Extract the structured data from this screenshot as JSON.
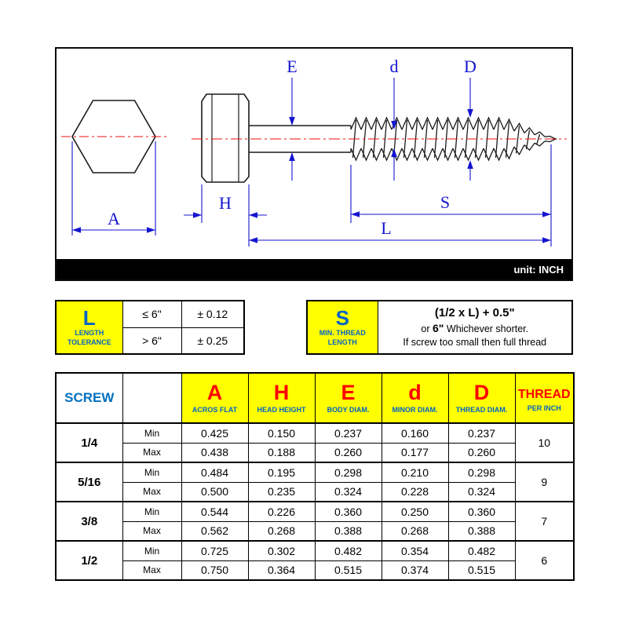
{
  "diagram": {
    "unit_label": "unit: INCH",
    "dim_labels": {
      "A": "A",
      "H": "H",
      "E": "E",
      "d": "d",
      "D": "D",
      "S": "S",
      "L": "L"
    },
    "colors": {
      "dimension_blue": "#1515cf",
      "centerline_red": "#ee1111",
      "outline": "#1a1a1a"
    }
  },
  "tolerance_tables": {
    "length": {
      "symbol": "L",
      "caption": [
        "LENGTH",
        "TOLERANCE"
      ],
      "rows": [
        {
          "condition": "≤ 6\"",
          "tolerance": "± 0.12"
        },
        {
          "condition": "> 6\"",
          "tolerance": "± 0.25"
        }
      ]
    },
    "thread": {
      "symbol": "S",
      "caption": [
        "MIN. THREAD",
        "LENGTH"
      ],
      "formula": "(1/2 x L) + 0.5\"",
      "alt_prefix": "or ",
      "alt_bold": "6\"",
      "alt_suffix": " Whichever shorter.",
      "note": "If screw too small then full thread"
    }
  },
  "spec_table": {
    "screw_header": "SCREW",
    "min_label": "Min",
    "max_label": "Max",
    "columns": [
      {
        "letter": "A",
        "caption": "ACROS FLAT"
      },
      {
        "letter": "H",
        "caption": "HEAD HEIGHT"
      },
      {
        "letter": "E",
        "caption": "BODY DIAM."
      },
      {
        "letter": "d",
        "caption": "MINOR DIAM."
      },
      {
        "letter": "D",
        "caption": "THREAD DIAM."
      }
    ],
    "thread_column": {
      "letter": "THREAD",
      "caption": "PER INCH"
    },
    "rows": [
      {
        "size": "1/4",
        "min": [
          "0.425",
          "0.150",
          "0.237",
          "0.160",
          "0.237"
        ],
        "max": [
          "0.438",
          "0.188",
          "0.260",
          "0.177",
          "0.260"
        ],
        "thread_per_inch": "10"
      },
      {
        "size": "5/16",
        "min": [
          "0.484",
          "0.195",
          "0.298",
          "0.210",
          "0.298"
        ],
        "max": [
          "0.500",
          "0.235",
          "0.324",
          "0.228",
          "0.324"
        ],
        "thread_per_inch": "9"
      },
      {
        "size": "3/8",
        "min": [
          "0.544",
          "0.226",
          "0.360",
          "0.250",
          "0.360"
        ],
        "max": [
          "0.562",
          "0.268",
          "0.388",
          "0.268",
          "0.388"
        ],
        "thread_per_inch": "7"
      },
      {
        "size": "1/2",
        "min": [
          "0.725",
          "0.302",
          "0.482",
          "0.354",
          "0.482"
        ],
        "max": [
          "0.750",
          "0.364",
          "0.515",
          "0.374",
          "0.515"
        ],
        "thread_per_inch": "6"
      }
    ]
  }
}
